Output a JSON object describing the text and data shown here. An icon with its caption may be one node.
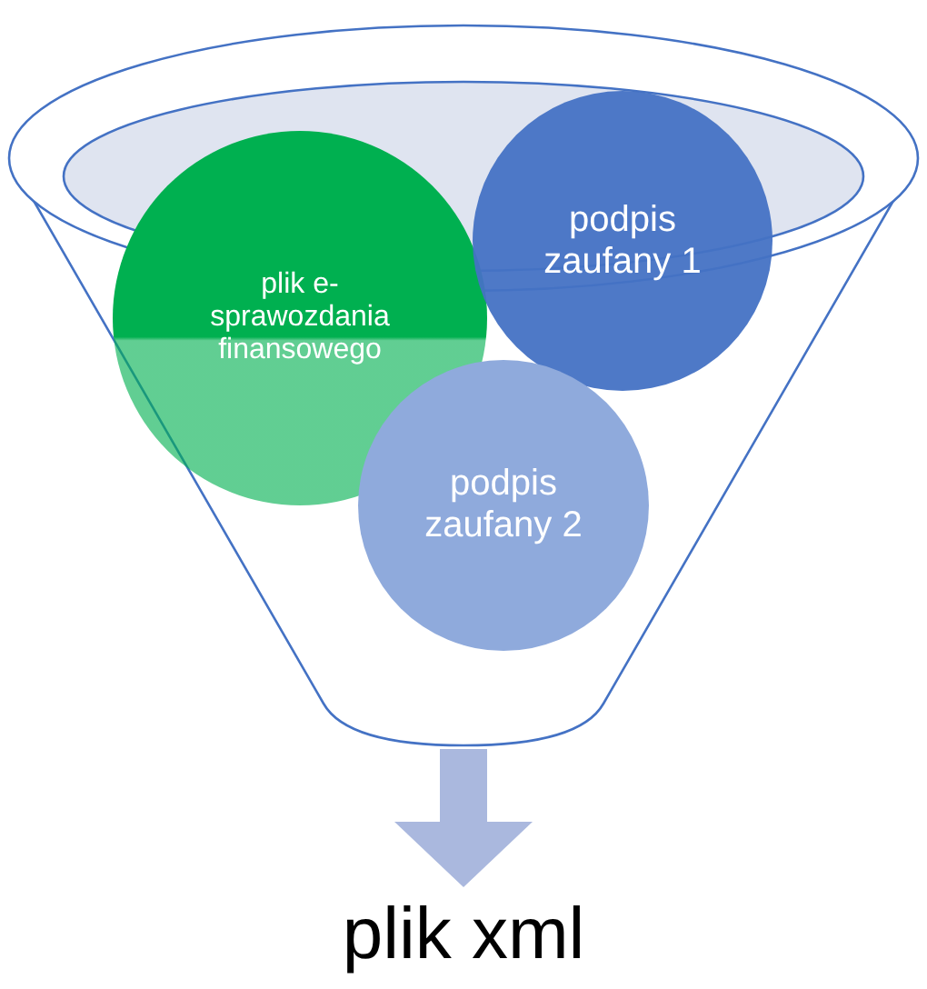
{
  "diagram": {
    "nodes": [
      {
        "text": [],
        "shape": "funnel"
      },
      {
        "text": [
          "plik e-sprawozdania finansowego"
        ],
        "in": 0
      },
      {
        "text": [
          "podpis zaufany 1"
        ],
        "in": 0
      },
      {
        "text": [
          "podpis zaufany 2"
        ],
        "in": 0
      },
      {
        "text": [
          "plik xml"
        ]
      }
    ],
    "edges": [
      {
        "from": 0,
        "to": 4,
        "arrow": "to"
      }
    ]
  }
}
